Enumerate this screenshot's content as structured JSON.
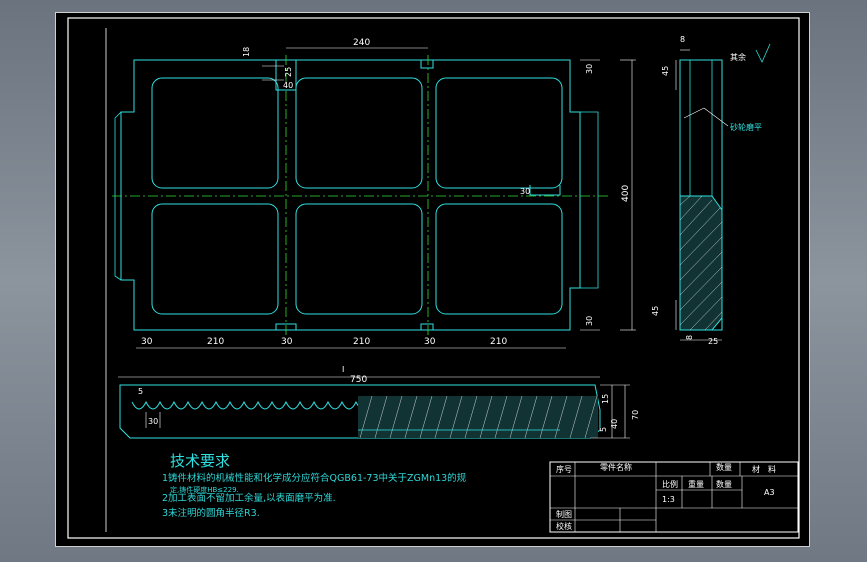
{
  "drawing": {
    "top_view": {
      "dims_top": [
        "240",
        "18",
        "25",
        "40"
      ],
      "dims_bottom": [
        "30",
        "210",
        "30",
        "210",
        "30",
        "210"
      ],
      "dims_right": [
        "30",
        "30",
        "30"
      ],
      "dim_height": "400"
    },
    "side_view": {
      "dims": [
        "8",
        "45",
        "45",
        "8",
        "25"
      ],
      "roughness_label": "其余",
      "annotation": "砂轮磨平"
    },
    "front_view": {
      "label_top": "Ⅰ",
      "dim_length": "750",
      "dims": [
        "5",
        "30",
        "15",
        "70",
        "5",
        "40"
      ]
    }
  },
  "notes": {
    "title": "技术要求",
    "items": [
      "1铸件材料的机械性能和化学成分应符合QGB61-73中关于ZGMn13的规",
      "定,铸件硬度HB≤229.",
      "2加工表面不留加工余量,以表面磨平为准.",
      "3未注明的圆角半径R3."
    ]
  },
  "title_block": {
    "col_no": "序号",
    "col_name": "零件名称",
    "col_qty": "数量",
    "col_material": "材　料",
    "scale_label": "比例",
    "qty_label": "数量",
    "weight_label": "重量",
    "scale_value": "1:3",
    "sheet_size": "A3",
    "drawn_label": "制图",
    "checked_label": "校核"
  }
}
